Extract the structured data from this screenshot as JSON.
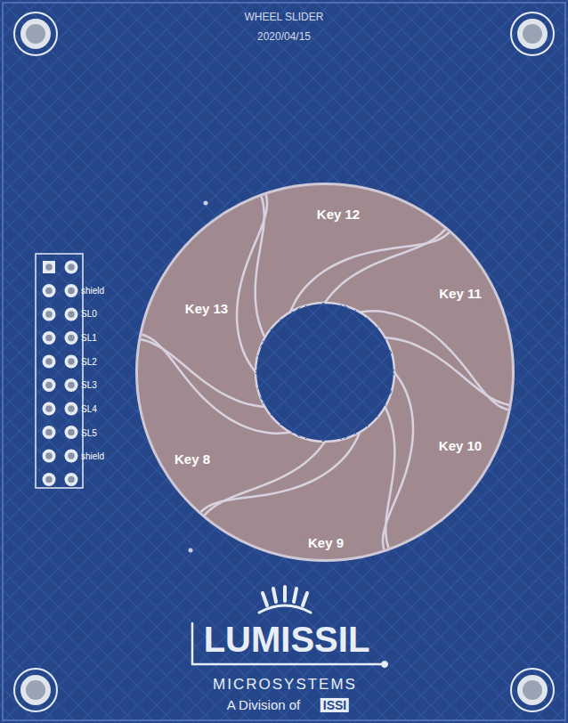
{
  "diagram": {
    "title": "WHEEL SLIDER",
    "labels": [
      "2020/04/15",
      "Key 12",
      "Key 11",
      "Key 13",
      "Key 10",
      "Key 8",
      "Key 9",
      "shield",
      "SL0",
      "SL1",
      "SL2",
      "SL3",
      "SL4",
      "SL5",
      "shield",
      "LUMISSIL",
      "MICROSYSTEMS",
      "A Division of",
      "ISSI"
    ]
  }
}
